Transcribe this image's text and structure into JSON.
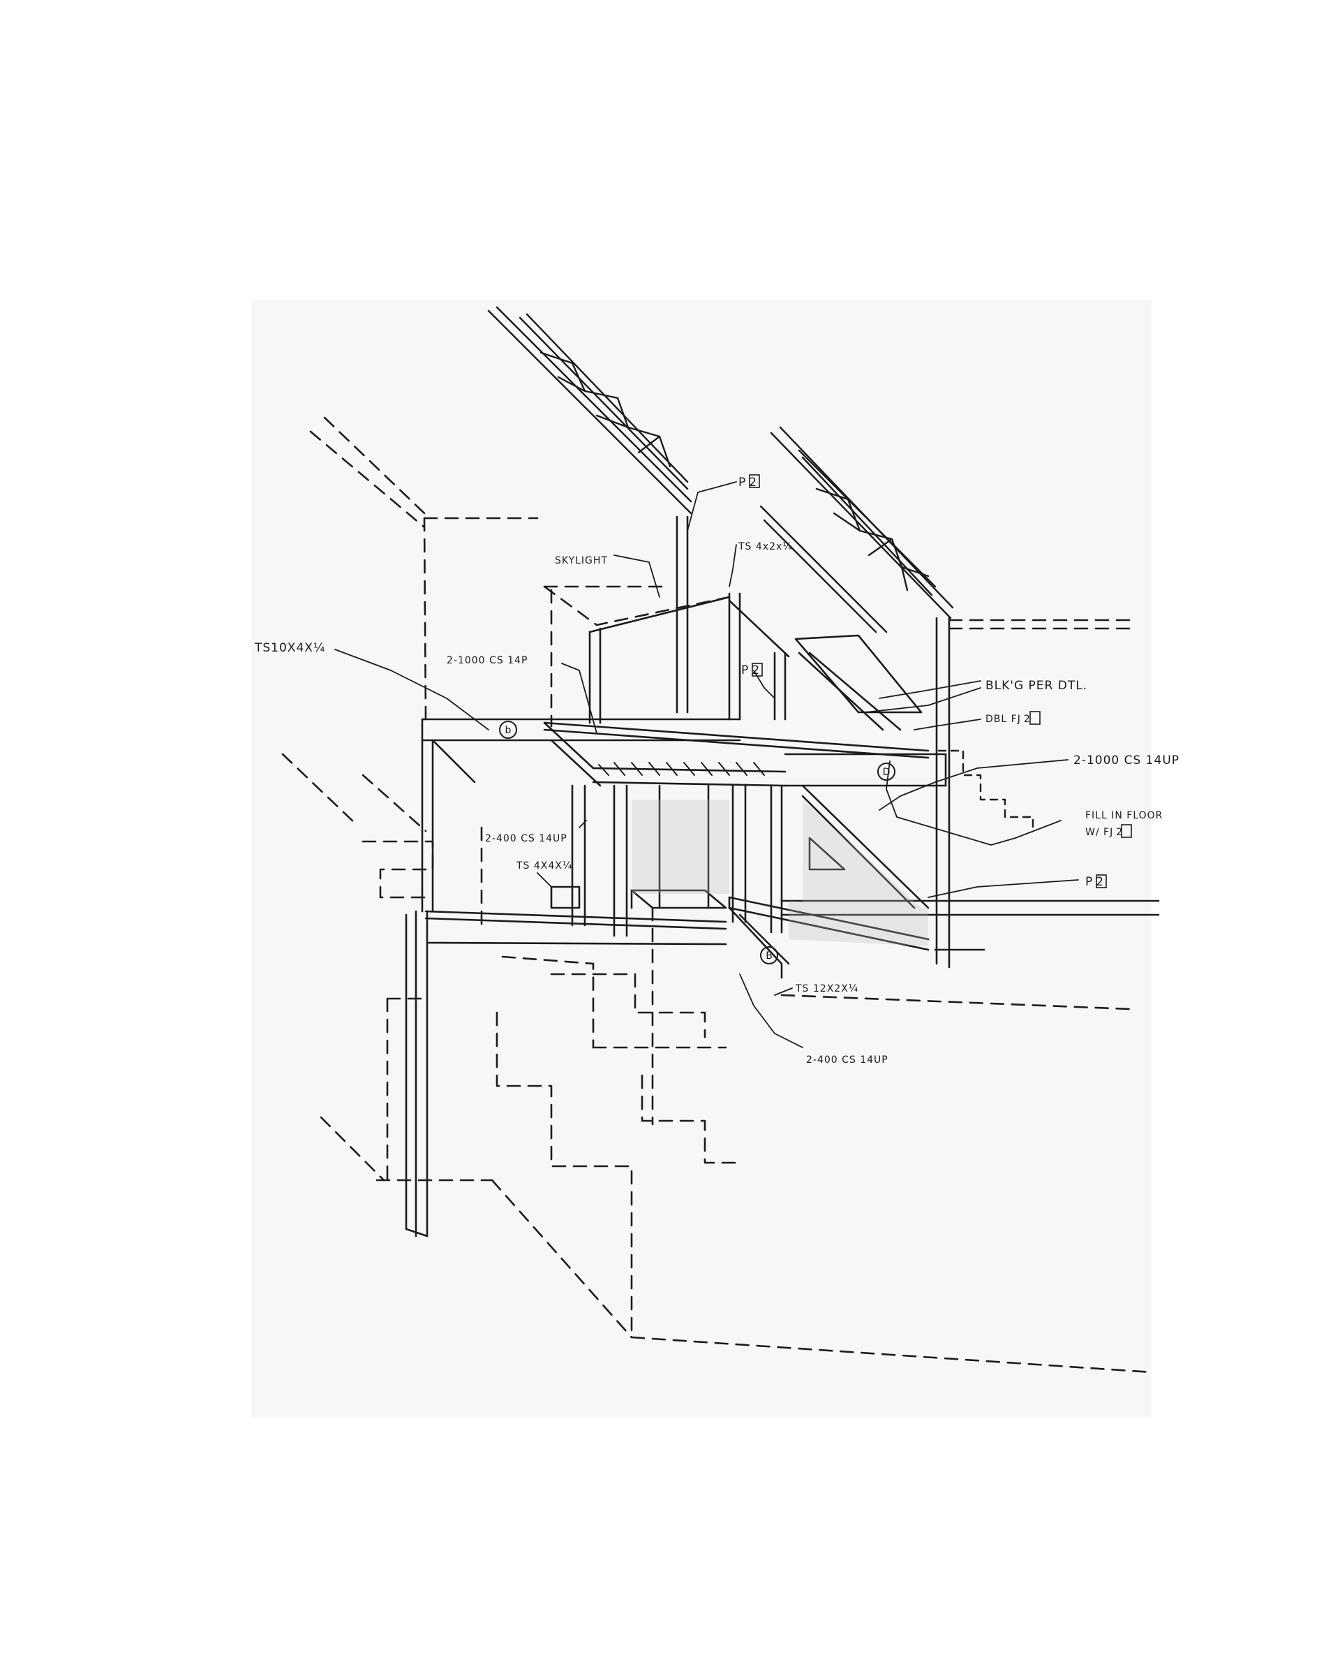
{
  "drawing": {
    "annotations": {
      "p2_top": {
        "prefix": "P",
        "num": "2"
      },
      "ts_4x2": "TS 4x2x¼",
      "skylight": "SKYLIGHT",
      "ts_10x4": "TS10X4X¼",
      "cs_1000_upper": "2-1000 CS 14P",
      "p2_mid": {
        "prefix": "P",
        "num": "2"
      },
      "blkg": "BLK'G PER DTL.",
      "dbl_fj": {
        "prefix": "DBL FJ",
        "num": "2"
      },
      "cs_1000_right": "2-1000 CS 14UP",
      "fill_floor_1": "FILL IN FLOOR",
      "fill_floor_2": {
        "prefix": "W/ FJ",
        "num": "2"
      },
      "cs_400_left": "2-400 CS 14UP",
      "ts_4x4": "TS 4X4X¼",
      "p2_right": {
        "prefix": "P",
        "num": "2"
      },
      "ts_12x2": "TS 12X2X¼",
      "cs_400_bottom": "2-400 CS 14UP"
    },
    "grid_tags": {
      "b": "b",
      "d": "D",
      "b2": "B"
    }
  }
}
